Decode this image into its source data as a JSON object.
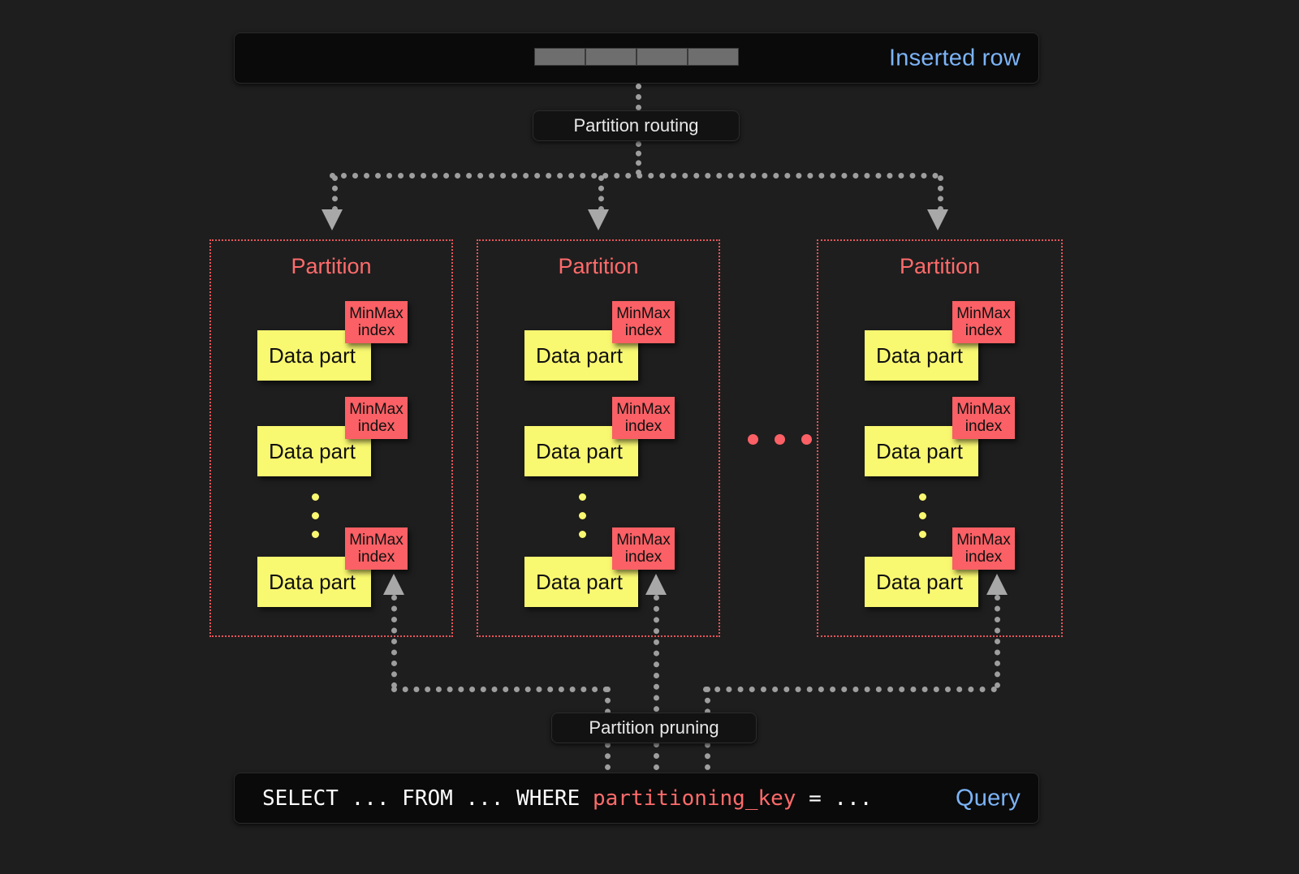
{
  "diagram": {
    "title": "ClickHouse partitioning: insert routing and partition pruning",
    "background_color": "#1e1e1e"
  },
  "top_bar": {
    "label": "Inserted row",
    "label_color": "#7cb4f7",
    "cells": [
      "",
      "",
      "",
      ""
    ],
    "cell_color": "#6e6e6e"
  },
  "routing": {
    "label": "Partition routing"
  },
  "partitions": [
    {
      "title": "Partition",
      "title_color": "#ff6b6b",
      "border_color": "#e8565a",
      "parts": [
        {
          "label": "Data part",
          "index_label_line1": "MinMax",
          "index_label_line2": "index"
        },
        {
          "label": "Data part",
          "index_label_line1": "MinMax",
          "index_label_line2": "index"
        },
        {
          "label": "Data part",
          "index_label_line1": "MinMax",
          "index_label_line2": "index"
        }
      ],
      "ellipsis_dots": 3
    },
    {
      "title": "Partition",
      "title_color": "#ff6b6b",
      "border_color": "#e8565a",
      "parts": [
        {
          "label": "Data part",
          "index_label_line1": "MinMax",
          "index_label_line2": "index"
        },
        {
          "label": "Data part",
          "index_label_line1": "MinMax",
          "index_label_line2": "index"
        },
        {
          "label": "Data part",
          "index_label_line1": "MinMax",
          "index_label_line2": "index"
        }
      ],
      "ellipsis_dots": 3
    },
    {
      "title": "Partition",
      "title_color": "#ff6b6b",
      "border_color": "#e8565a",
      "parts": [
        {
          "label": "Data part",
          "index_label_line1": "MinMax",
          "index_label_line2": "index"
        },
        {
          "label": "Data part",
          "index_label_line1": "MinMax",
          "index_label_line2": "index"
        },
        {
          "label": "Data part",
          "index_label_line1": "MinMax",
          "index_label_line2": "index"
        }
      ],
      "ellipsis_dots": 3
    }
  ],
  "partition_ellipsis": {
    "dots": 3,
    "color": "#fa6065"
  },
  "pruning": {
    "label": "Partition pruning"
  },
  "bottom_bar": {
    "label": "Query",
    "label_color": "#7cb4f7",
    "query_prefix": "SELECT ... FROM ... WHERE ",
    "query_key": "partitioning_key",
    "query_suffix": " = ...",
    "key_color": "#ff6b6b"
  },
  "colors": {
    "data_part": "#f9f871",
    "minmax_index": "#fa6065",
    "connector": "#9e9e9e",
    "arrow": "#a8a8a8",
    "panel": "#0a0a0a"
  }
}
